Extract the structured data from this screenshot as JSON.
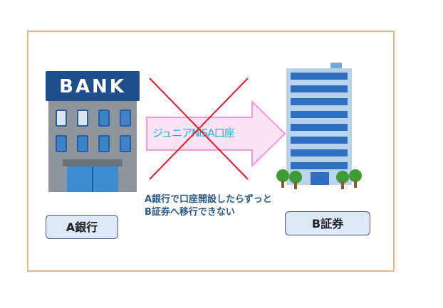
{
  "bank": {
    "sign": "BANK",
    "label": "A銀行"
  },
  "securities": {
    "label": "B証券"
  },
  "arrow": {
    "text": "ジュニアNISA口座",
    "crossed_out": true
  },
  "note": {
    "line1": "A銀行で口座開設したらずっと",
    "line2": "B証券へ移行できない"
  },
  "colors": {
    "frame": "#e3b58e",
    "arrow_fill": "#fbe3f3",
    "arrow_stroke": "#f29ad6",
    "cross": "#e8192c",
    "bank_sign": "#1f4e8c",
    "tower_stripe": "#2f6fc0"
  }
}
